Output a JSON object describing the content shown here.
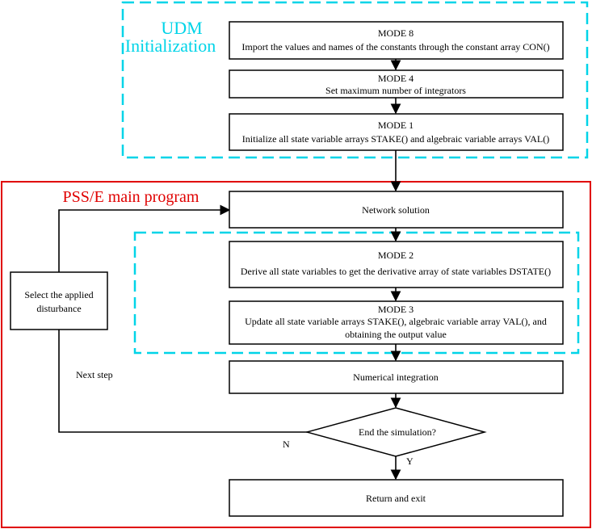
{
  "groups": {
    "udm_title_line1": "UDM",
    "udm_title_line2": "Initialization",
    "pss_title": "PSS/E main program"
  },
  "colors": {
    "udm_frame": "#00d4e8",
    "pss_frame": "#e00000"
  },
  "boxes": {
    "mode8": {
      "line1": "MODE 8",
      "line2": "Import the values and names of the constants through the constant array CON()"
    },
    "mode4": {
      "line1": "MODE 4",
      "line2": "Set maximum number of integrators"
    },
    "mode1": {
      "line1": "MODE 1",
      "line2": "Initialize all state variable arrays STAKE() and algebraic variable arrays VAL()"
    },
    "network": {
      "label": "Network solution"
    },
    "mode2": {
      "line1": "MODE 2",
      "line2": "Derive  all state variables to get the derivative array of state variables DSTATE()"
    },
    "mode3": {
      "line1": "MODE 3",
      "line2": "Update all state variable arrays STAKE(), algebraic variable array VAL(), and",
      "line3": "obtaining the output value"
    },
    "integration": {
      "label": "Numerical integration"
    },
    "decision": {
      "label": "End the simulation?"
    },
    "ret": {
      "label": "Return and exit"
    },
    "disturbance": {
      "line1": "Select the applied",
      "line2": "disturbance"
    }
  },
  "labels": {
    "next_step": "Next step",
    "no": "N",
    "yes": "Y"
  }
}
